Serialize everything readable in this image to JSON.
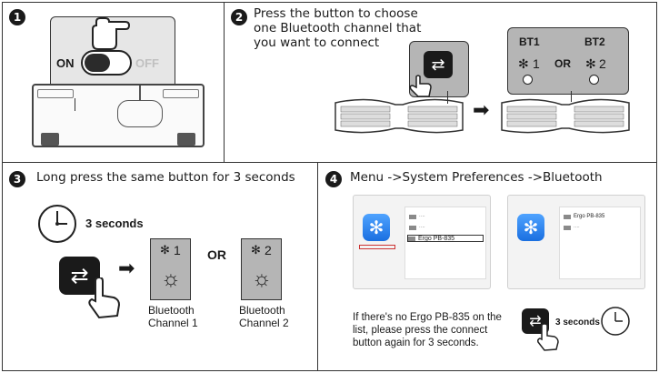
{
  "steps": {
    "s1": {
      "num": "1",
      "on": "ON",
      "off": "OFF"
    },
    "s2": {
      "num": "2",
      "title_l1": "Press the button to choose",
      "title_l2": "one Bluetooth channel that",
      "title_l3": "you want to connect",
      "bt1": "BT1",
      "bt2": "BT2",
      "ch1": "1",
      "ch2": "2",
      "or": "OR"
    },
    "s3": {
      "num": "3",
      "title": "Long press the same button for 3 seconds",
      "seconds": "3 seconds",
      "or": "OR",
      "ch1": "1",
      "ch2": "2",
      "cap1_l1": "Bluetooth",
      "cap1_l2": "Channel 1",
      "cap2_l1": "Bluetooth",
      "cap2_l2": "Channel 2"
    },
    "s4": {
      "num": "4",
      "title": "Menu ->System Preferences ->Bluetooth",
      "device": "Ergo PB-835",
      "note_l1": "If there's no Ergo PB-835 on the",
      "note_l2": "list, please press the connect",
      "note_l3": "button again for 3 seconds.",
      "seconds": "3 seconds"
    }
  },
  "colors": {
    "ink": "#1a1a1a",
    "grey_panel": "#b8b8b8",
    "bt_blue": "#2a7fe8"
  },
  "icons": [
    "hand-pointer-icon",
    "switch-icon",
    "bluetooth-icon",
    "clock-icon",
    "arrow-right-icon",
    "swap-arrows-icon",
    "led-icon"
  ]
}
